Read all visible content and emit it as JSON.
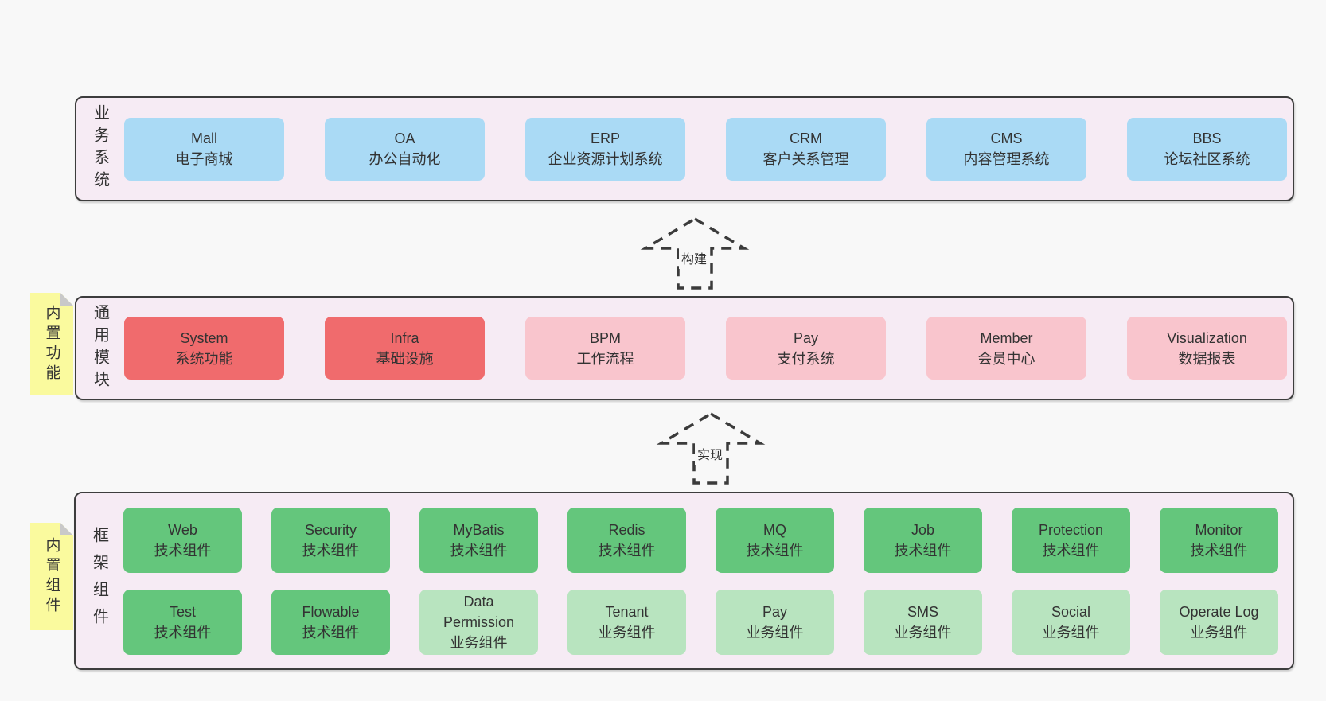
{
  "colors": {
    "pageBg": "#f8f8f8",
    "panelFill": "#f6ebf4",
    "panelBorder": "#3d3d3d",
    "text": "#333333",
    "arrow": "#3b3b3b",
    "stickyBg": "#fafa9e",
    "stickyFold": "#c9c9c9",
    "blue": "#aadaf5",
    "red": "#f06b6d",
    "pink": "#f9c5cd",
    "green": "#64c67c",
    "greenLight": "#b8e4bf"
  },
  "layers": [
    {
      "id": "business-systems",
      "label": "业务系统",
      "sticky": null,
      "boxes": [
        {
          "title": "Mall",
          "subtitle": "电子商城",
          "type": "blue"
        },
        {
          "title": "OA",
          "subtitle": "办公自动化",
          "type": "blue"
        },
        {
          "title": "ERP",
          "subtitle": "企业资源计划系统",
          "type": "blue"
        },
        {
          "title": "CRM",
          "subtitle": "客户关系管理",
          "type": "blue"
        },
        {
          "title": "CMS",
          "subtitle": "内容管理系统",
          "type": "blue"
        },
        {
          "title": "BBS",
          "subtitle": "论坛社区系统",
          "type": "blue"
        }
      ]
    },
    {
      "id": "common-modules",
      "label": "通用模块",
      "sticky": "内置功能",
      "boxes": [
        {
          "title": "System",
          "subtitle": "系统功能",
          "type": "red"
        },
        {
          "title": "Infra",
          "subtitle": "基础设施",
          "type": "red"
        },
        {
          "title": "BPM",
          "subtitle": "工作流程",
          "type": "pink"
        },
        {
          "title": "Pay",
          "subtitle": "支付系统",
          "type": "pink"
        },
        {
          "title": "Member",
          "subtitle": "会员中心",
          "type": "pink"
        },
        {
          "title": "Visualization",
          "subtitle": "数据报表",
          "type": "pink"
        }
      ]
    },
    {
      "id": "framework-components",
      "label": "框架组件",
      "sticky": "内置组件",
      "rows": [
        [
          {
            "title": "Web",
            "subtitle": "技术组件",
            "type": "green"
          },
          {
            "title": "Security",
            "subtitle": "技术组件",
            "type": "green"
          },
          {
            "title": "MyBatis",
            "subtitle": "技术组件",
            "type": "green"
          },
          {
            "title": "Redis",
            "subtitle": "技术组件",
            "type": "green"
          },
          {
            "title": "MQ",
            "subtitle": "技术组件",
            "type": "green"
          },
          {
            "title": "Job",
            "subtitle": "技术组件",
            "type": "green"
          },
          {
            "title": "Protection",
            "subtitle": "技术组件",
            "type": "green"
          },
          {
            "title": "Monitor",
            "subtitle": "技术组件",
            "type": "green"
          }
        ],
        [
          {
            "title": "Test",
            "subtitle": "技术组件",
            "type": "green"
          },
          {
            "title": "Flowable",
            "subtitle": "技术组件",
            "type": "green"
          },
          {
            "title": "Data\nPermission",
            "subtitle": "业务组件",
            "type": "greenLight"
          },
          {
            "title": "Tenant",
            "subtitle": "业务组件",
            "type": "greenLight"
          },
          {
            "title": "Pay",
            "subtitle": "业务组件",
            "type": "greenLight"
          },
          {
            "title": "SMS",
            "subtitle": "业务组件",
            "type": "greenLight"
          },
          {
            "title": "Social",
            "subtitle": "业务组件",
            "type": "greenLight"
          },
          {
            "title": "Operate Log",
            "subtitle": "业务组件",
            "type": "greenLight"
          }
        ]
      ]
    }
  ],
  "arrows": [
    {
      "label": "构建",
      "direction": "up"
    },
    {
      "label": "实现",
      "direction": "up"
    }
  ]
}
